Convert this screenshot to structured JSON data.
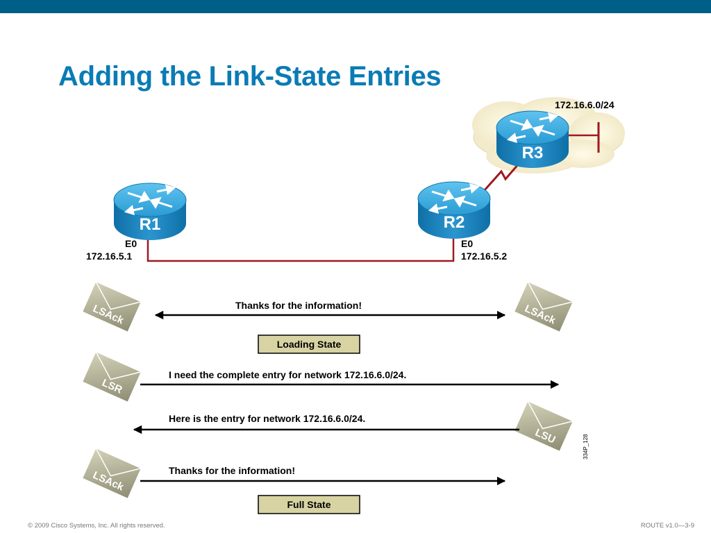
{
  "slide": {
    "title": "Adding the Link-State Entries",
    "footer_left": "© 2009 Cisco Systems, Inc. All rights reserved.",
    "footer_right": "ROUTE v1.0—3-9",
    "figure_id": "334P_128"
  },
  "colors": {
    "topbar": "#005f86",
    "title": "#0a7bb5",
    "link": "#a01820",
    "state_box": "#d7d3a3",
    "router_body": "#1f8ac3"
  },
  "network": {
    "routers": {
      "r1": "R1",
      "r2": "R2",
      "r3": "R3"
    },
    "r1_interface": {
      "name": "E0",
      "ip": "172.16.5.1"
    },
    "r2_interface": {
      "name": "E0",
      "ip": "172.16.5.2"
    },
    "r3_network": "172.16.6.0/24"
  },
  "exchange": [
    {
      "packet": "LSAck",
      "message": "Thanks for the information!"
    },
    {
      "state": "Loading State"
    },
    {
      "packet": "LSR",
      "message": "I need the complete entry for network 172.16.6.0/24."
    },
    {
      "packet": "LSU",
      "message": "Here is the entry for network 172.16.6.0/24."
    },
    {
      "packet": "LSAck",
      "message": "Thanks for the information!"
    },
    {
      "state": "Full State"
    }
  ]
}
